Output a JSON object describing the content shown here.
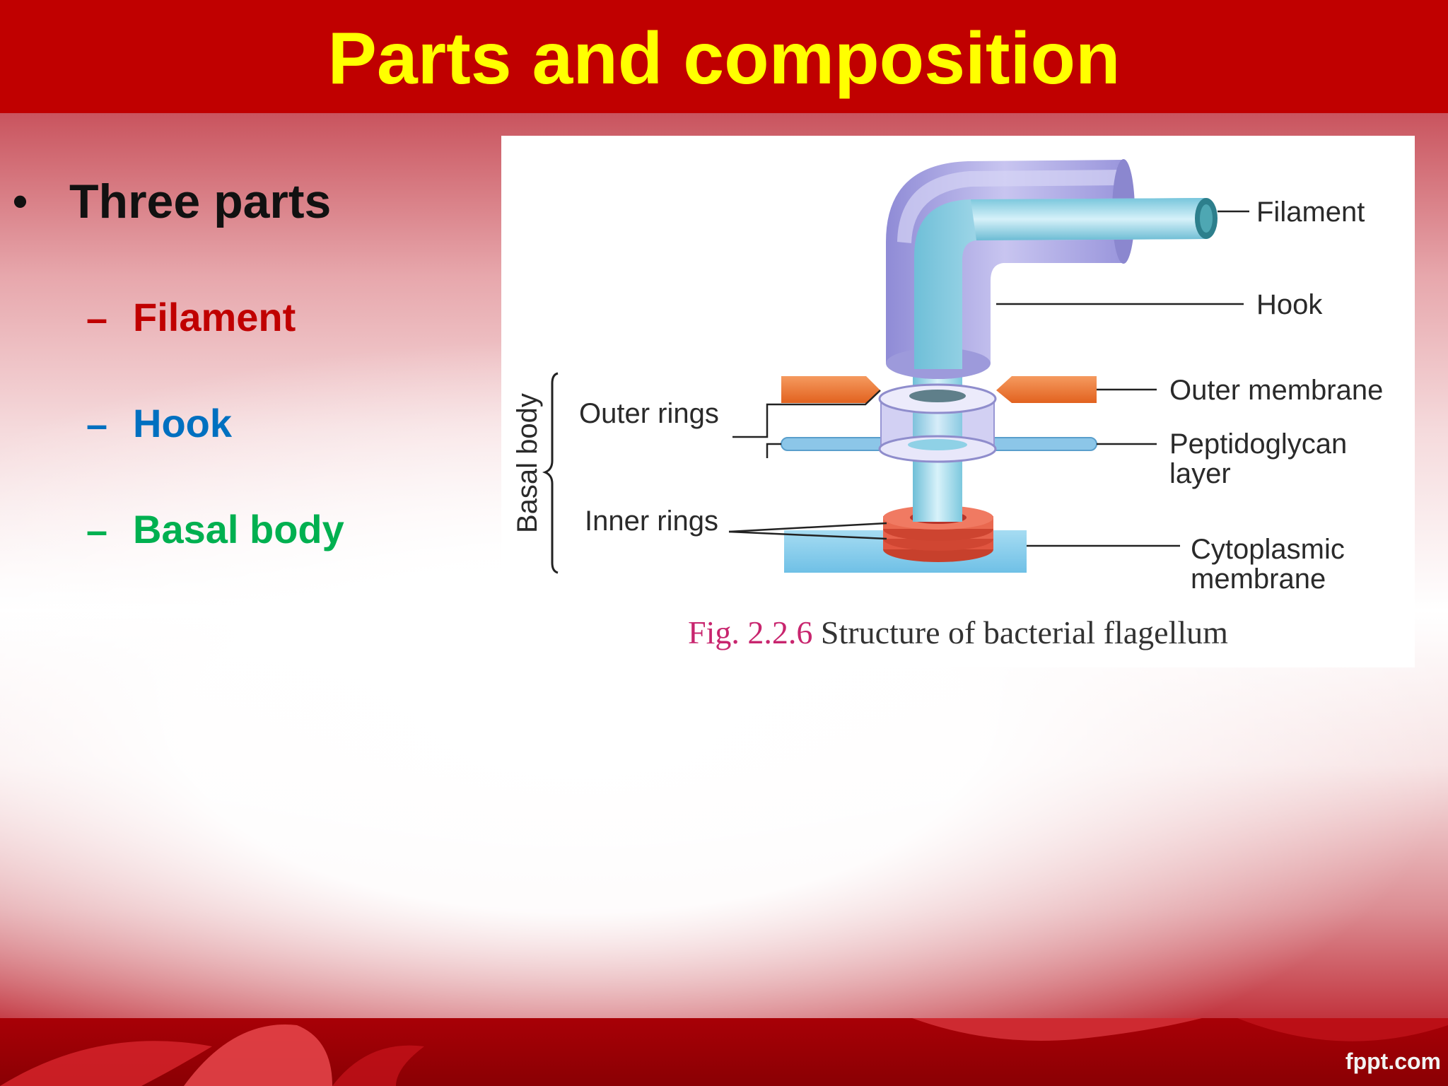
{
  "slide": {
    "title": "Parts and composition",
    "bullet": {
      "symbol": "•",
      "text": "Three parts"
    },
    "sub_items": [
      {
        "dash": "–",
        "label": "Filament",
        "color": "#c00000"
      },
      {
        "dash": "–",
        "label": "Hook",
        "color": "#0070c0"
      },
      {
        "dash": "–",
        "label": "Basal body",
        "color": "#00b050"
      }
    ],
    "footer_brand": "fppt.com"
  },
  "figure": {
    "labels": {
      "filament": "Filament",
      "hook": "Hook",
      "outer_membrane": "Outer membrane",
      "peptidoglycan_line1": "Peptidoglycan",
      "peptidoglycan_line2": "layer",
      "cytoplasmic_line1": "Cytoplasmic",
      "cytoplasmic_line2": "membrane",
      "outer_rings": "Outer rings",
      "inner_rings": "Inner rings",
      "basal_body": "Basal body"
    },
    "caption_number": "Fig. 2.2.6",
    "caption_text": "Structure of bacterial flagellum"
  },
  "colors": {
    "title_bar": "#c00000",
    "title_text": "#ffff00",
    "hook_purple": "#a7a4e0",
    "filament_blue": "#9fd9ea",
    "outer_membrane_orange": "#f07a3a",
    "inner_rings_red": "#e0503c",
    "membrane_blue": "#8fd0ee"
  }
}
